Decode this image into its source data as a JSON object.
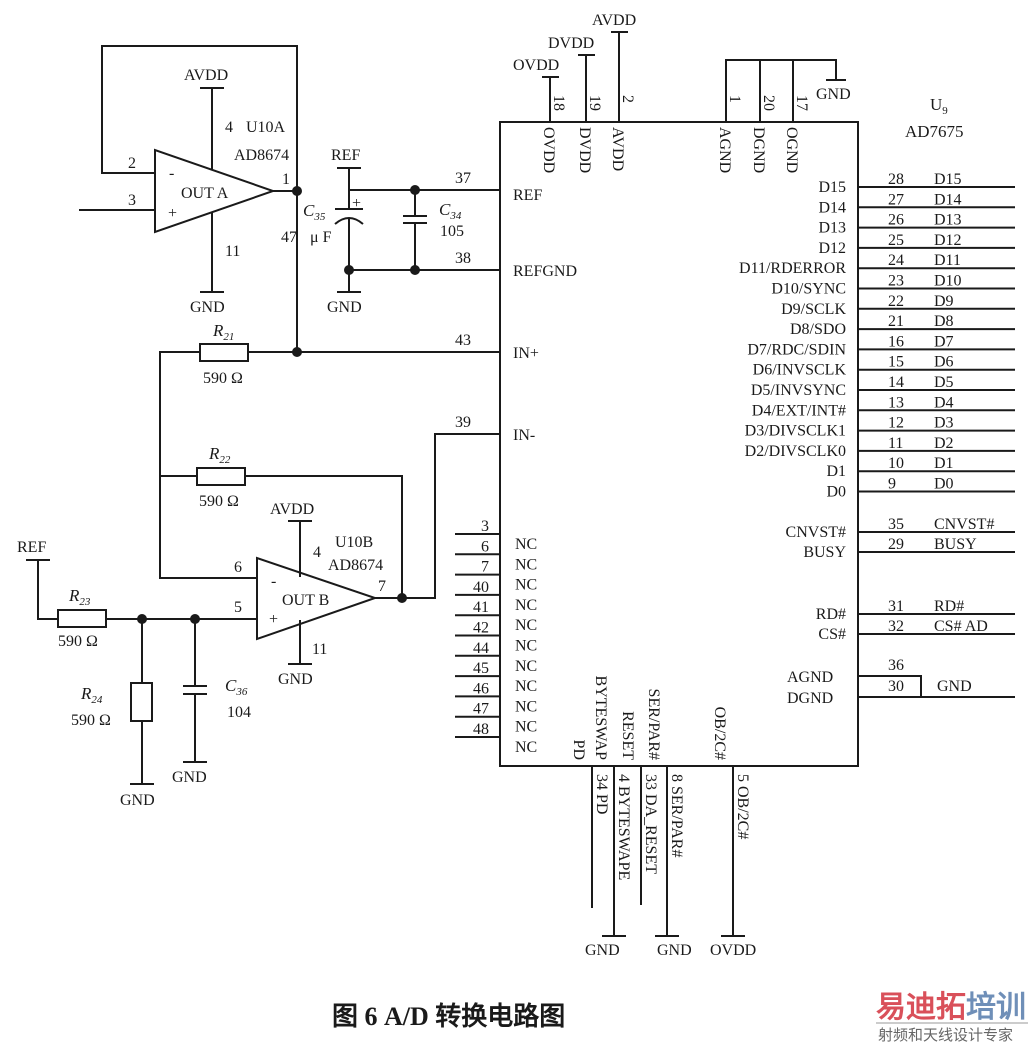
{
  "caption": "图 6   A/D 转换电路图",
  "watermark": {
    "brand_part1": "易迪拓",
    "brand_part2": "培训",
    "tagline": "射频和天线设计专家",
    "color_red": "#d9505a",
    "color_blue": "#6f8fb8"
  },
  "u10a": {
    "ref": "U10A",
    "part": "AD8674",
    "body_label": "OUT A",
    "minus": "-",
    "plus": "+",
    "pin_minus": "2",
    "pin_plus": "3",
    "pin_out": "1",
    "pin_vdd": "4",
    "pin_gnd": "11",
    "vdd": "AVDD",
    "gnd": "GND"
  },
  "u10b": {
    "ref": "U10B",
    "part": "AD8674",
    "body_label": "OUT B",
    "minus": "-",
    "plus": "+",
    "pin_minus": "6",
    "pin_plus": "5",
    "pin_out": "7",
    "pin_vdd": "4",
    "pin_gnd": "11",
    "vdd": "AVDD",
    "gnd": "GND"
  },
  "c35": {
    "name": "C",
    "sub": "35",
    "value_a": "47",
    "value_b": "μ F",
    "plus": "+",
    "net_top": "REF",
    "net_bottom": "GND"
  },
  "c34": {
    "name": "C",
    "sub": "34",
    "value": "105"
  },
  "c36": {
    "name": "C",
    "sub": "36",
    "value": "104",
    "gnd": "GND"
  },
  "r21": {
    "name": "R",
    "sub": "21",
    "value": "590 Ω"
  },
  "r22": {
    "name": "R",
    "sub": "22",
    "value": "590 Ω"
  },
  "r23": {
    "name": "R",
    "sub": "23",
    "value": "590 Ω",
    "net": "REF"
  },
  "r24": {
    "name": "R",
    "sub": "24",
    "value": "590 Ω",
    "gnd": "GND"
  },
  "u9": {
    "ref": "U",
    "ref_sub": "9",
    "part": "AD7675",
    "top_pins": [
      {
        "num": "18",
        "name": "OVDD",
        "net": "OVDD"
      },
      {
        "num": "19",
        "name": "DVDD",
        "net": "DVDD"
      },
      {
        "num": "2",
        "name": "AVDD",
        "net": "AVDD"
      },
      {
        "num": "1",
        "name": "AGND"
      },
      {
        "num": "20",
        "name": "DGND"
      },
      {
        "num": "17",
        "name": "OGND"
      }
    ],
    "top_gnd": "GND",
    "left_pins": [
      {
        "num": "37",
        "name": "REF"
      },
      {
        "num": "38",
        "name": "REFGND"
      },
      {
        "num": "43",
        "name": "IN+"
      },
      {
        "num": "39",
        "name": "IN-"
      }
    ],
    "nc_pins": [
      "3",
      "6",
      "7",
      "40",
      "41",
      "42",
      "44",
      "45",
      "46",
      "47",
      "48"
    ],
    "nc_label": "NC",
    "right_pins": [
      {
        "num": "28",
        "name": "D15",
        "net": "D15"
      },
      {
        "num": "27",
        "name": "D14",
        "net": "D14"
      },
      {
        "num": "26",
        "name": "D13",
        "net": "D13"
      },
      {
        "num": "25",
        "name": "D12",
        "net": "D12"
      },
      {
        "num": "24",
        "name": "D11/RDERROR",
        "net": "D11"
      },
      {
        "num": "23",
        "name": "D10/SYNC",
        "net": "D10"
      },
      {
        "num": "22",
        "name": "D9/SCLK",
        "net": "D9"
      },
      {
        "num": "21",
        "name": "D8/SDO",
        "net": "D8"
      },
      {
        "num": "16",
        "name": "D7/RDC/SDIN",
        "net": "D7"
      },
      {
        "num": "15",
        "name": "D6/INVSCLK",
        "net": "D6"
      },
      {
        "num": "14",
        "name": "D5/INVSYNC",
        "net": "D5"
      },
      {
        "num": "13",
        "name": "D4/EXT/INT#",
        "net": "D4"
      },
      {
        "num": "12",
        "name": "D3/DIVSCLK1",
        "net": "D3"
      },
      {
        "num": "11",
        "name": "D2/DIVSCLK0",
        "net": "D2"
      },
      {
        "num": "10",
        "name": "D1",
        "net": "D1"
      },
      {
        "num": "9",
        "name": "D0",
        "net": "D0"
      }
    ],
    "ctrl_pins": [
      {
        "num": "35",
        "name": "CNVST#",
        "net": "CNVST#"
      },
      {
        "num": "29",
        "name": "BUSY",
        "net": "BUSY"
      },
      {
        "num": "31",
        "name": "RD#",
        "net": "RD#"
      },
      {
        "num": "32",
        "name": "CS#",
        "net": "CS# AD"
      }
    ],
    "gnd_pins": [
      {
        "num": "36",
        "name": "AGND"
      },
      {
        "num": "30",
        "name": "DGND"
      }
    ],
    "gnd_net": "GND",
    "bottom_pins": [
      {
        "num": "34",
        "name": "PD",
        "net": "PD"
      },
      {
        "num": "4",
        "name": "BYTESWAP",
        "net": "BYTESWAPE"
      },
      {
        "num": "33",
        "name": "RESET",
        "net": "DA_RESET"
      },
      {
        "num": "8",
        "name": "SER/PAR#",
        "net": "SER/PAR#"
      },
      {
        "num": "5",
        "name": "OB/2C#",
        "net": "OB/2C#"
      }
    ],
    "bottom_gnd1": "GND",
    "bottom_gnd2": "GND",
    "bottom_ovdd": "OVDD"
  }
}
